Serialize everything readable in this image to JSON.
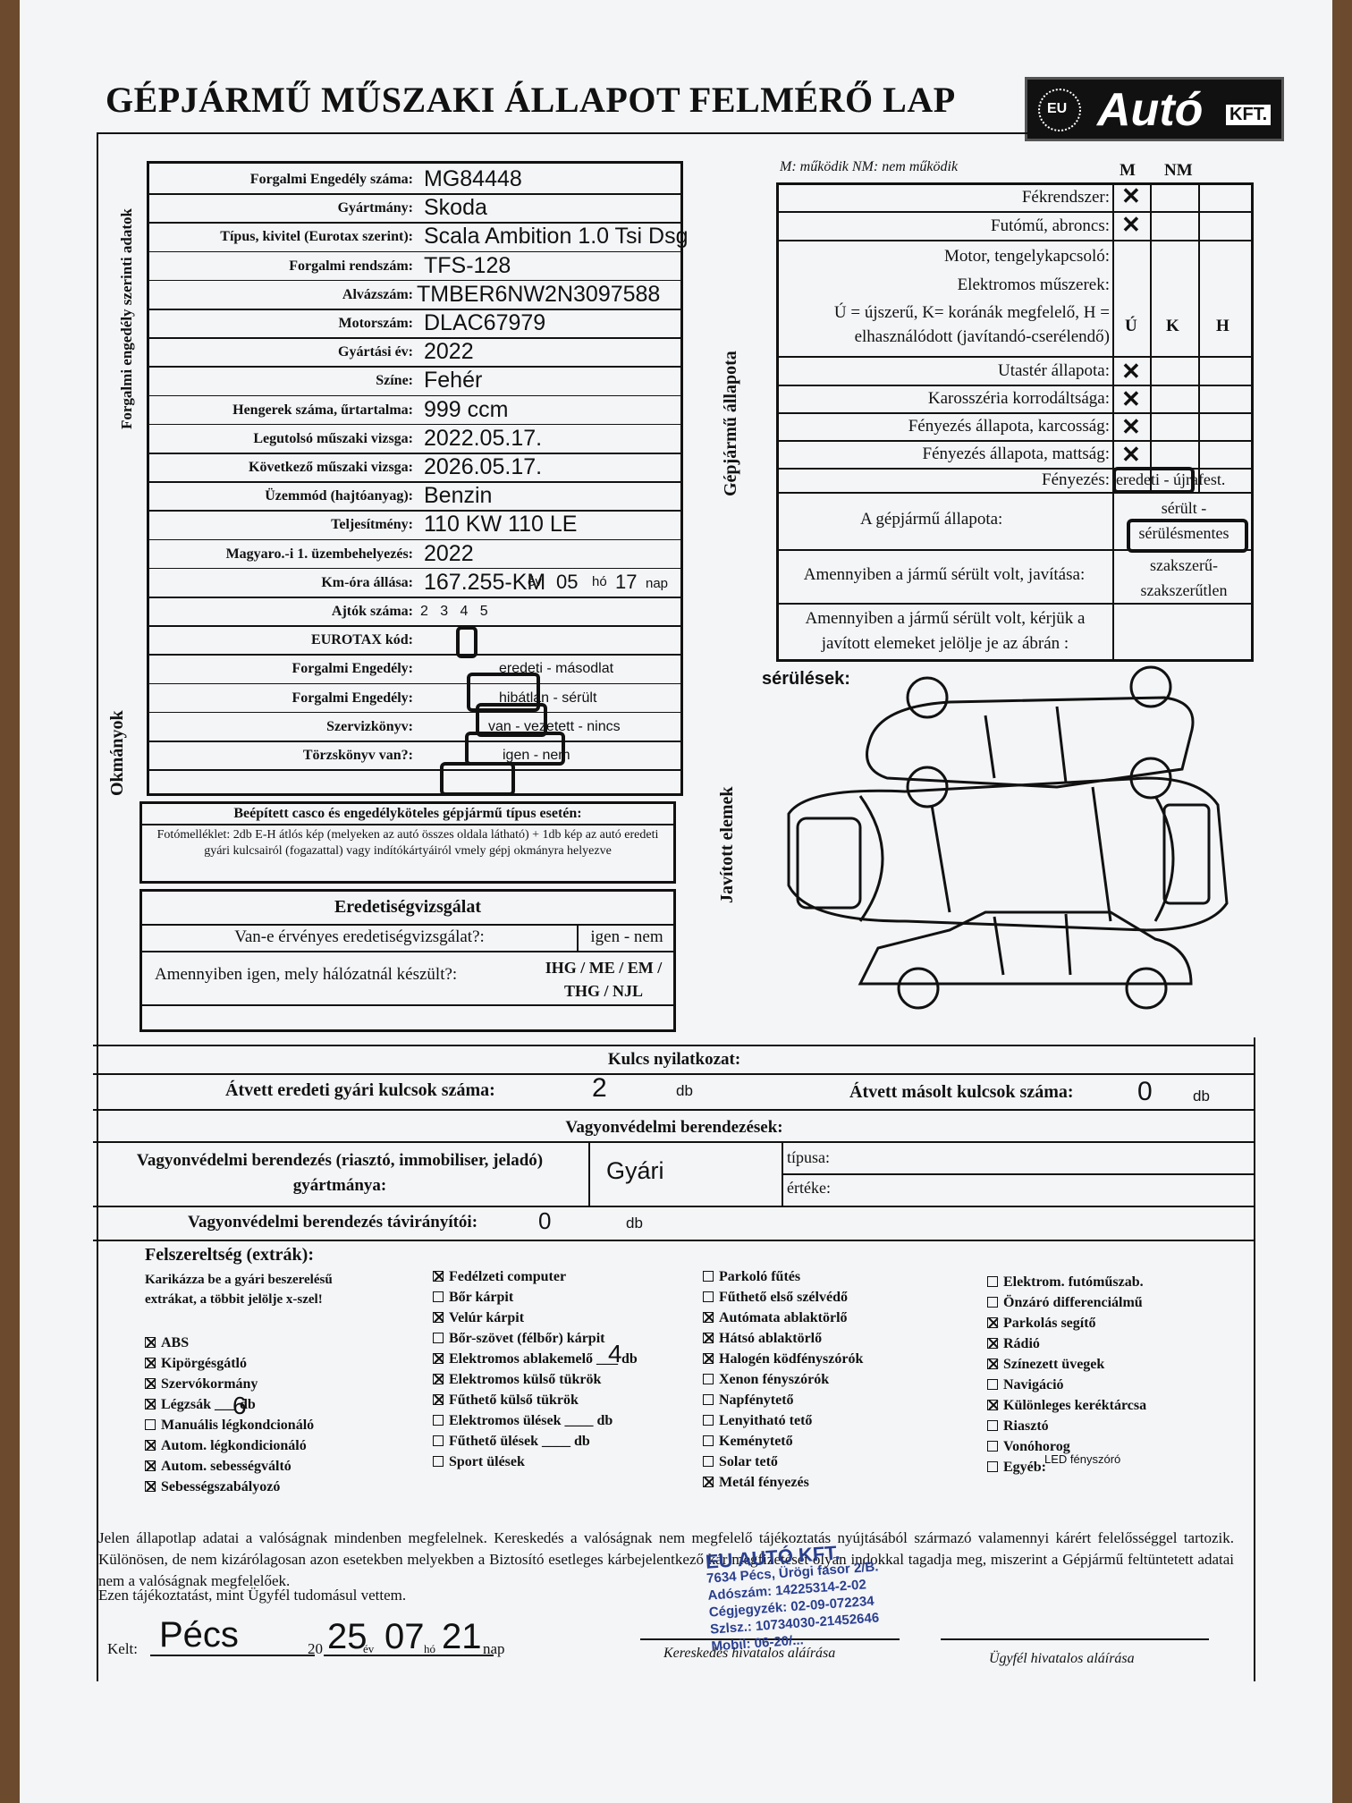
{
  "title": "GÉPJÁRMŰ MŰSZAKI ÁLLAPOT FELMÉRŐ LAP",
  "logo": {
    "eu": "EU",
    "brand": "Autó",
    "suffix": "KFT."
  },
  "side_labels": {
    "forgalmi": "Forgalmi engedély szerinti adatok",
    "okmanyok": "Okmányok",
    "gepjarmu_allapota": "Gépjármű állapota",
    "javitott": "Javított elemek"
  },
  "vehicle": {
    "rows": [
      {
        "label": "Forgalmi Engedély száma:",
        "value": "MG84448"
      },
      {
        "label": "Gyártmány:",
        "value": "Skoda"
      },
      {
        "label": "Típus, kivitel (Eurotax szerint):",
        "value": "Scala Ambition 1.0 Tsi Dsg"
      },
      {
        "label": "Forgalmi rendszám:",
        "value": "TFS-128"
      },
      {
        "label": "Alvázszám:",
        "value": "TMBER6NW2N3097588"
      },
      {
        "label": "Motorszám:",
        "value": "DLAC67979"
      },
      {
        "label": "Gyártási év:",
        "value": "2022"
      },
      {
        "label": "Színe:",
        "value": "Fehér"
      },
      {
        "label": "Hengerek száma, űrtartalma:",
        "value": "999 ccm"
      },
      {
        "label": "Legutolsó műszaki vizsga:",
        "value": "2022.05.17."
      },
      {
        "label": "Következő műszaki vizsga:",
        "value": "2026.05.17."
      },
      {
        "label": "Üzemmód (hajtóanyag):",
        "value": "Benzin"
      },
      {
        "label": "Teljesítmény:",
        "value": "110 KW 110 LE"
      },
      {
        "label": "Magyaro.-i 1. üzembehelyezés:",
        "value": "2022"
      },
      {
        "label": "Km-óra állása:",
        "value": "167.255-KM"
      },
      {
        "label": "Ajtók száma:",
        "value": "2   3   4   5"
      },
      {
        "label": "EUROTAX kód:",
        "value": ""
      },
      {
        "label": "Forgalmi Engedély:",
        "value": "eredeti - másodlat"
      },
      {
        "label": "Forgalmi Engedély:",
        "value": "hibátlan - sérült"
      },
      {
        "label": "Szervizkönyv:",
        "value": "van - vezetett - nincs"
      },
      {
        "label": "Törzskönyv van?:",
        "value": "igen - nem"
      }
    ],
    "first_reg": {
      "ev": "év",
      "month": "05",
      "ho": "hó",
      "day": "17",
      "nap": "nap"
    }
  },
  "casco": {
    "title": "Beépített casco és engedélyköteles gépjármű típus esetén:",
    "text": "Fotómelléklet: 2db E-H átlós kép (melyeken az autó összes oldala látható) + 1db kép az autó eredeti gyári kulcsairól (fogazattal) vagy indítókártyáiról vmely gépj okmányra helyezve"
  },
  "origin": {
    "title": "Eredetiségvizsgálat",
    "q1": "Van-e érvényes eredetiségvizsgálat?:",
    "a1": "igen - nem",
    "q2": "Amennyiben igen, mely hálózatnál készült?:",
    "a2": "IHG / ME / EM / THG / NJL"
  },
  "condition": {
    "legend": "M: működik   NM: nem működik",
    "col_m": "M",
    "col_nm": "NM",
    "rows_mnm": [
      "Fékrendszer:",
      "Futómű, abroncs:"
    ],
    "motor": "Motor, tengelykapcsoló:",
    "elektro": "Elektromos műszerek:",
    "ukh_text": "Ú = újszerű, K= koránák megfelelő, H = elhasználódott (javítandó-cserélendő)",
    "col_u": "Ú",
    "col_k": "K",
    "col_h": "H",
    "rows_ukh": [
      "Utastér állapota:",
      "Karosszéria korrodáltsága:",
      "Fényezés állapota, karcosság:",
      "Fényezés állapota, mattság:"
    ],
    "fenyezes_label": "Fényezés:",
    "fenyezes_value": "eredeti - újrafest.",
    "allapot_label": "A gépjármű állapota:",
    "allapot_v1": "sérült -",
    "allapot_v2": "sérülésmentes",
    "javitas_label": "Amennyiben a jármű sérült volt, javítása:",
    "javitas_v1": "szakszerű-",
    "javitas_v2": "szakszerűtlen",
    "jelolje": "Amennyiben a jármű sérült volt, kérjük a javított elemeket jelölje je az ábrán :",
    "serulesek": "sérülések:"
  },
  "keys": {
    "title": "Kulcs nyilatkozat:",
    "orig_label": "Átvett eredeti gyári kulcsok száma:",
    "orig_value": "2",
    "copy_label": "Átvett másolt kulcsok száma:",
    "copy_value": "0",
    "db": "db"
  },
  "security": {
    "title": "Vagyonvédelmi berendezések:",
    "make_label": "Vagyonvédelmi berendezés (riasztó, immobiliser, jeladó) gyártmánya:",
    "make_value": "Gyári",
    "tipusa": "típusa:",
    "erteke": "értéke:",
    "remote_label": "Vagyonvédelmi berendezés távirányítói:",
    "remote_value": "0",
    "db": "db"
  },
  "equipment": {
    "title": "Felszereltség (extrák):",
    "instr": "Karikázza be a gyári beszerelésű extrákat, a többit jelölje x-szel!",
    "col1": [
      {
        "label": "ABS",
        "checked": true
      },
      {
        "label": "Kipörgésgátló",
        "checked": true
      },
      {
        "label": "Szervókormány",
        "checked": true
      },
      {
        "label": "Légzsák ___ db",
        "checked": true
      },
      {
        "label": "Manuális légkondcionáló",
        "checked": false
      },
      {
        "label": "Autom. légkondicionáló",
        "checked": true
      },
      {
        "label": "Autom. sebességváltó",
        "checked": true
      },
      {
        "label": "Sebességszabályozó",
        "checked": true
      }
    ],
    "col2": [
      {
        "label": "Fedélzeti computer",
        "checked": true
      },
      {
        "label": "Bőr kárpit",
        "checked": false
      },
      {
        "label": "Velúr kárpit",
        "checked": true
      },
      {
        "label": "Bőr-szövet (félbőr) kárpit",
        "checked": false
      },
      {
        "label": "Elektromos ablakemelő ___ db",
        "checked": true
      },
      {
        "label": "Elektromos külső tükrök",
        "checked": true
      },
      {
        "label": "Fűthető külső tükrök",
        "checked": true
      },
      {
        "label": "Elektromos ülések ____ db",
        "checked": false
      },
      {
        "label": "Fűthető ülések ____ db",
        "checked": false
      },
      {
        "label": "Sport ülések",
        "checked": false
      }
    ],
    "col3": [
      {
        "label": "Parkoló fűtés",
        "checked": false
      },
      {
        "label": "Fűthető első szélvédő",
        "checked": false
      },
      {
        "label": "Autómata ablaktörlő",
        "checked": true
      },
      {
        "label": "Hátsó ablaktörlő",
        "checked": true
      },
      {
        "label": "Halogén ködfényszórók",
        "checked": true
      },
      {
        "label": "Xenon fényszórók",
        "checked": false
      },
      {
        "label": "Napfénytető",
        "checked": false
      },
      {
        "label": "Lenyitható tető",
        "checked": false
      },
      {
        "label": "Keménytető",
        "checked": false
      },
      {
        "label": "Solar tető",
        "checked": false
      },
      {
        "label": "Metál fényezés",
        "checked": true
      }
    ],
    "col4": [
      {
        "label": "Elektrom. futóműszab.",
        "checked": false
      },
      {
        "label": "Önzáró differenciálmű",
        "checked": false
      },
      {
        "label": "Parkolás segítő",
        "checked": true
      },
      {
        "label": "Rádió",
        "checked": true
      },
      {
        "label": "Színezett üvegek",
        "checked": true
      },
      {
        "label": "Navigáció",
        "checked": false
      },
      {
        "label": "Különleges keréktárcsa",
        "checked": true
      },
      {
        "label": "Riasztó",
        "checked": false
      },
      {
        "label": "Vonóhorog",
        "checked": false
      },
      {
        "label": "Egyéb:",
        "checked": false
      }
    ],
    "legzsak_count": "6",
    "ablakemelo_count": "4",
    "egyeb_value": "LED fényszóró"
  },
  "declaration": {
    "text": "Jelen állapotlap adatai a valóságnak mindenben megfelelnek. Kereskedés a valóságnak nem megfelelő tájékoztatás nyújtásából származó valamennyi kárért felelősséggel tartozik. Különösen, de nem kizárólagosan azon esetekben melyekben a Biztosító esetleges kárbejelentkező kár megfizetését olyan indokkal tagadja meg, miszerint a Gépjármű feltüntetett adatai nem a valóságnak megfelelőek.",
    "ack": "Ezen tájékoztatást, mint Ügyfél tudomásul vettem.",
    "kelt": "Kelt:",
    "place": "Pécs",
    "year_prefix": "20",
    "year": "25",
    "ev": "év",
    "month": "07",
    "ho": "hó",
    "day": "21",
    "nap": "nap",
    "sig_dealer": "Kereskedés hivatalos aláírása",
    "sig_client": "Ügyfél hivatalos aláírása"
  },
  "stamp": {
    "line1": "EU AUTÓ KFT.",
    "line2": "7634 Pécs, Ürögi fasor 2/B.",
    "line3": "Adószám: 14225314-2-02",
    "line4": "Cégjegyzék: 02-09-072234",
    "line5": "Szlsz.: 10734030-21452646",
    "line6": "Mobil: 06-20/..."
  }
}
